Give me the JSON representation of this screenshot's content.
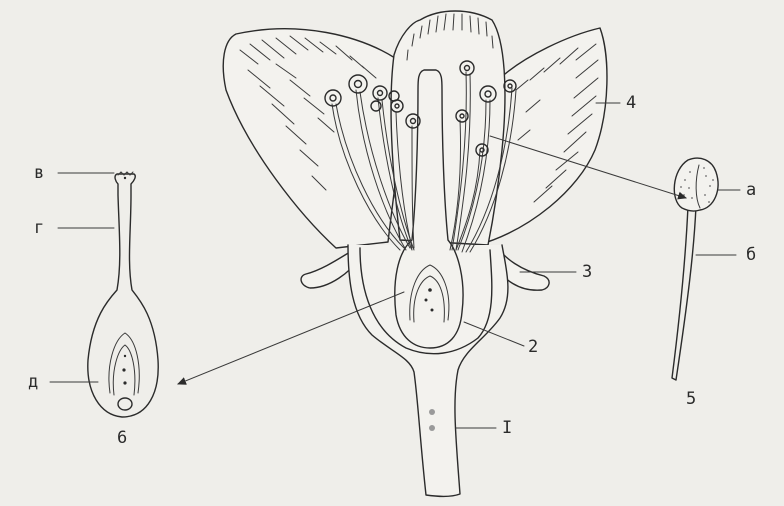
{
  "labels": {
    "v": "в",
    "g": "г",
    "d": "д",
    "fig6": "6",
    "l4": "4",
    "a": "а",
    "b": "б",
    "l3": "3",
    "l2": "2",
    "l5": "5",
    "l1": "I"
  },
  "colors": {
    "ink": "#2b2b2b",
    "paper": "#efeeea"
  }
}
